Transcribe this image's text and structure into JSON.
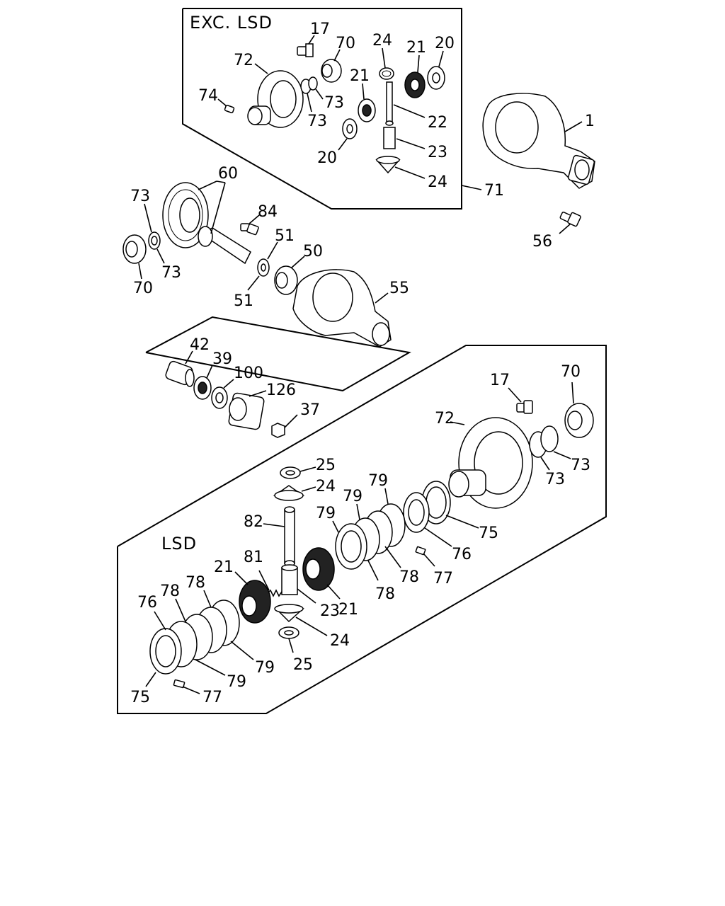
{
  "sections": {
    "exc_lsd": "EXC. LSD",
    "lsd": "LSD"
  },
  "callouts": {
    "c17a": "17",
    "c70a": "70",
    "c24a": "24",
    "c21a": "21",
    "c20a": "20",
    "c72a": "72",
    "c74": "74",
    "c73a": "73",
    "c73b": "73",
    "c21b": "21",
    "c22": "22",
    "c23a": "23",
    "c24b": "24",
    "c20b": "20",
    "c1": "1",
    "c71": "71",
    "c56": "56",
    "c60": "60",
    "c73c": "73",
    "c84": "84",
    "c51a": "51",
    "c50": "50",
    "c73d": "73",
    "c70b": "70",
    "c51b": "51",
    "c55": "55",
    "c42": "42",
    "c39": "39",
    "c100": "100",
    "c126": "126",
    "c37": "37",
    "c17b": "17",
    "c70c": "70",
    "c72b": "72",
    "c73e": "73",
    "c73f": "73",
    "c25a": "25",
    "c24c": "24",
    "c79a": "79",
    "c79b": "79",
    "c79c": "79",
    "c82": "82",
    "c75a": "75",
    "c76a": "76",
    "c77a": "77",
    "c78a": "78",
    "c78b": "78",
    "c81": "81",
    "c21c": "21",
    "c21d": "21",
    "c23b": "23",
    "c24d": "24",
    "c78c": "78",
    "c78d": "78",
    "c76b": "76",
    "c79d": "79",
    "c79e": "79",
    "c25b": "25",
    "c75b": "75",
    "c77b": "77"
  },
  "icons": [
    "bolt-icon",
    "bearing-icon",
    "gear-icon",
    "washer-icon",
    "housing-icon",
    "clutch-plate-icon",
    "shaft-icon"
  ]
}
